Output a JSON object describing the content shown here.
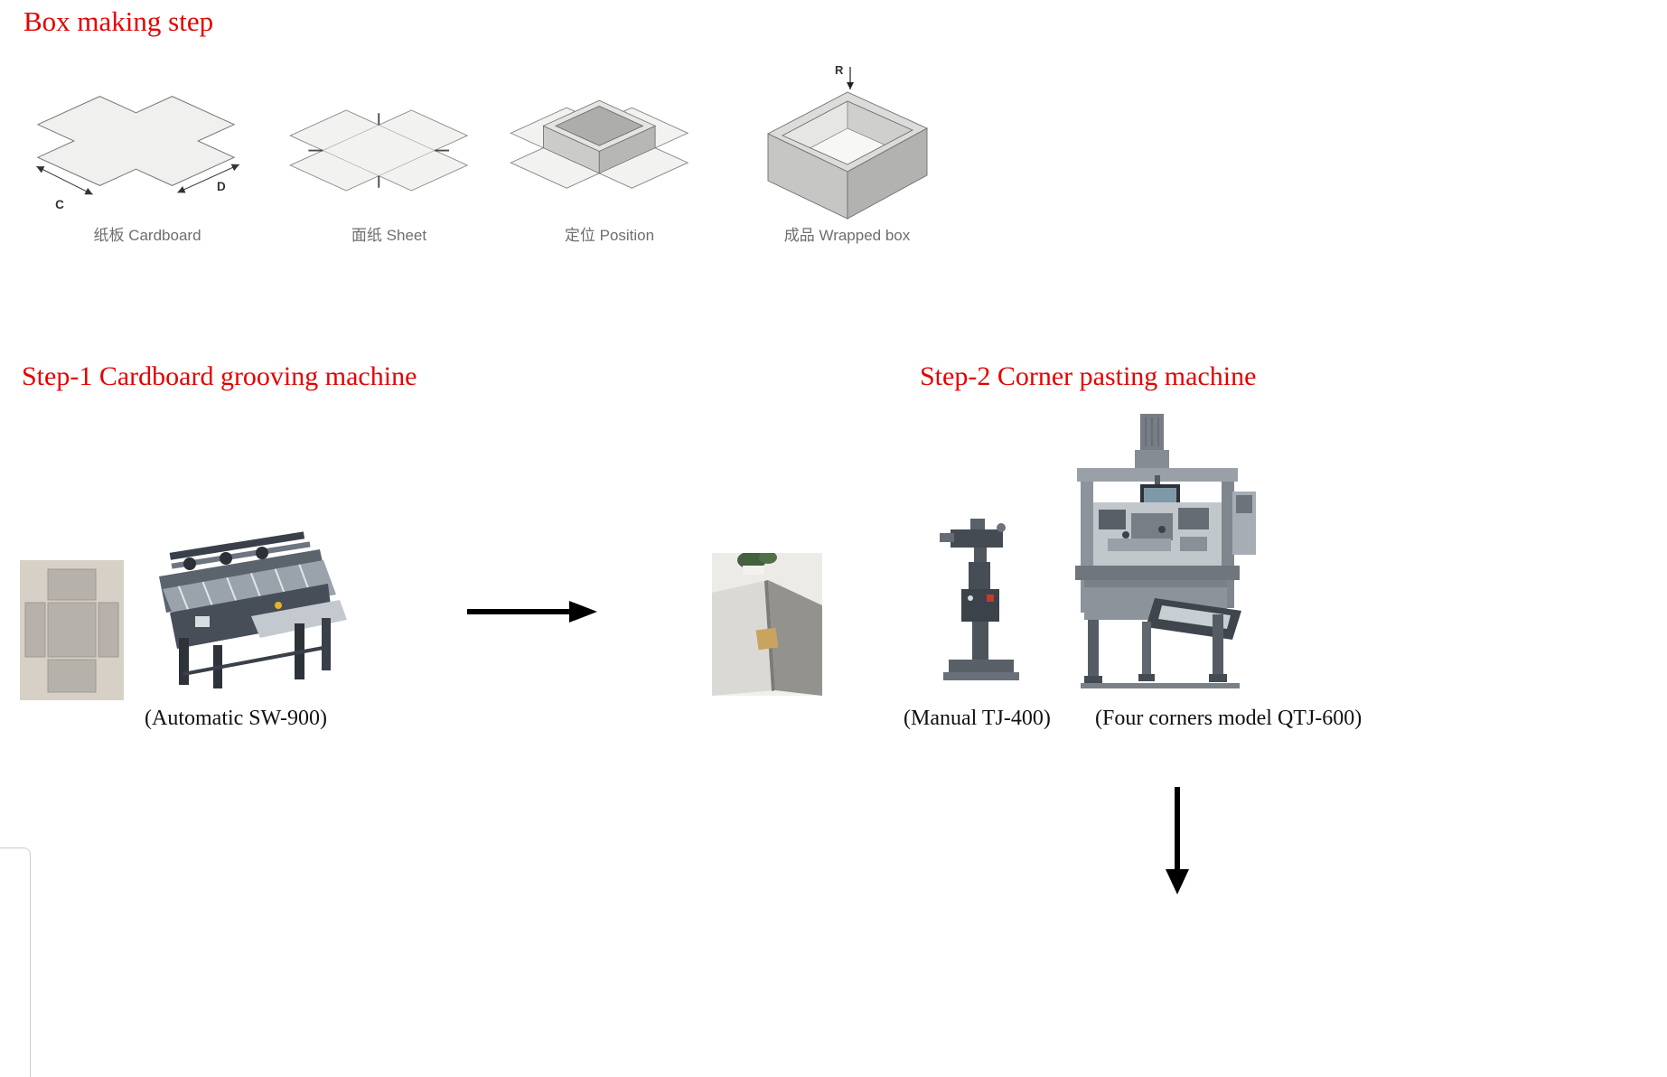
{
  "colors": {
    "heading_red": "#e60000",
    "label_gray": "#6e6e6e"
  },
  "title": "Box making step",
  "process_row": {
    "items": [
      {
        "label": "纸板 Cardboard"
      },
      {
        "label": "面纸 Sheet"
      },
      {
        "label": "定位 Position"
      },
      {
        "label": "成品 Wrapped box"
      }
    ],
    "dimensions": {
      "c": "C",
      "d": "D",
      "r": "R"
    }
  },
  "step1": {
    "heading": "Step-1 Cardboard grooving machine",
    "machine_caption": "(Automatic SW-900)"
  },
  "step2": {
    "heading": "Step-2 Corner pasting machine",
    "manual_caption": "(Manual TJ-400)",
    "four_corners_caption": "(Four corners model QTJ-600)"
  }
}
